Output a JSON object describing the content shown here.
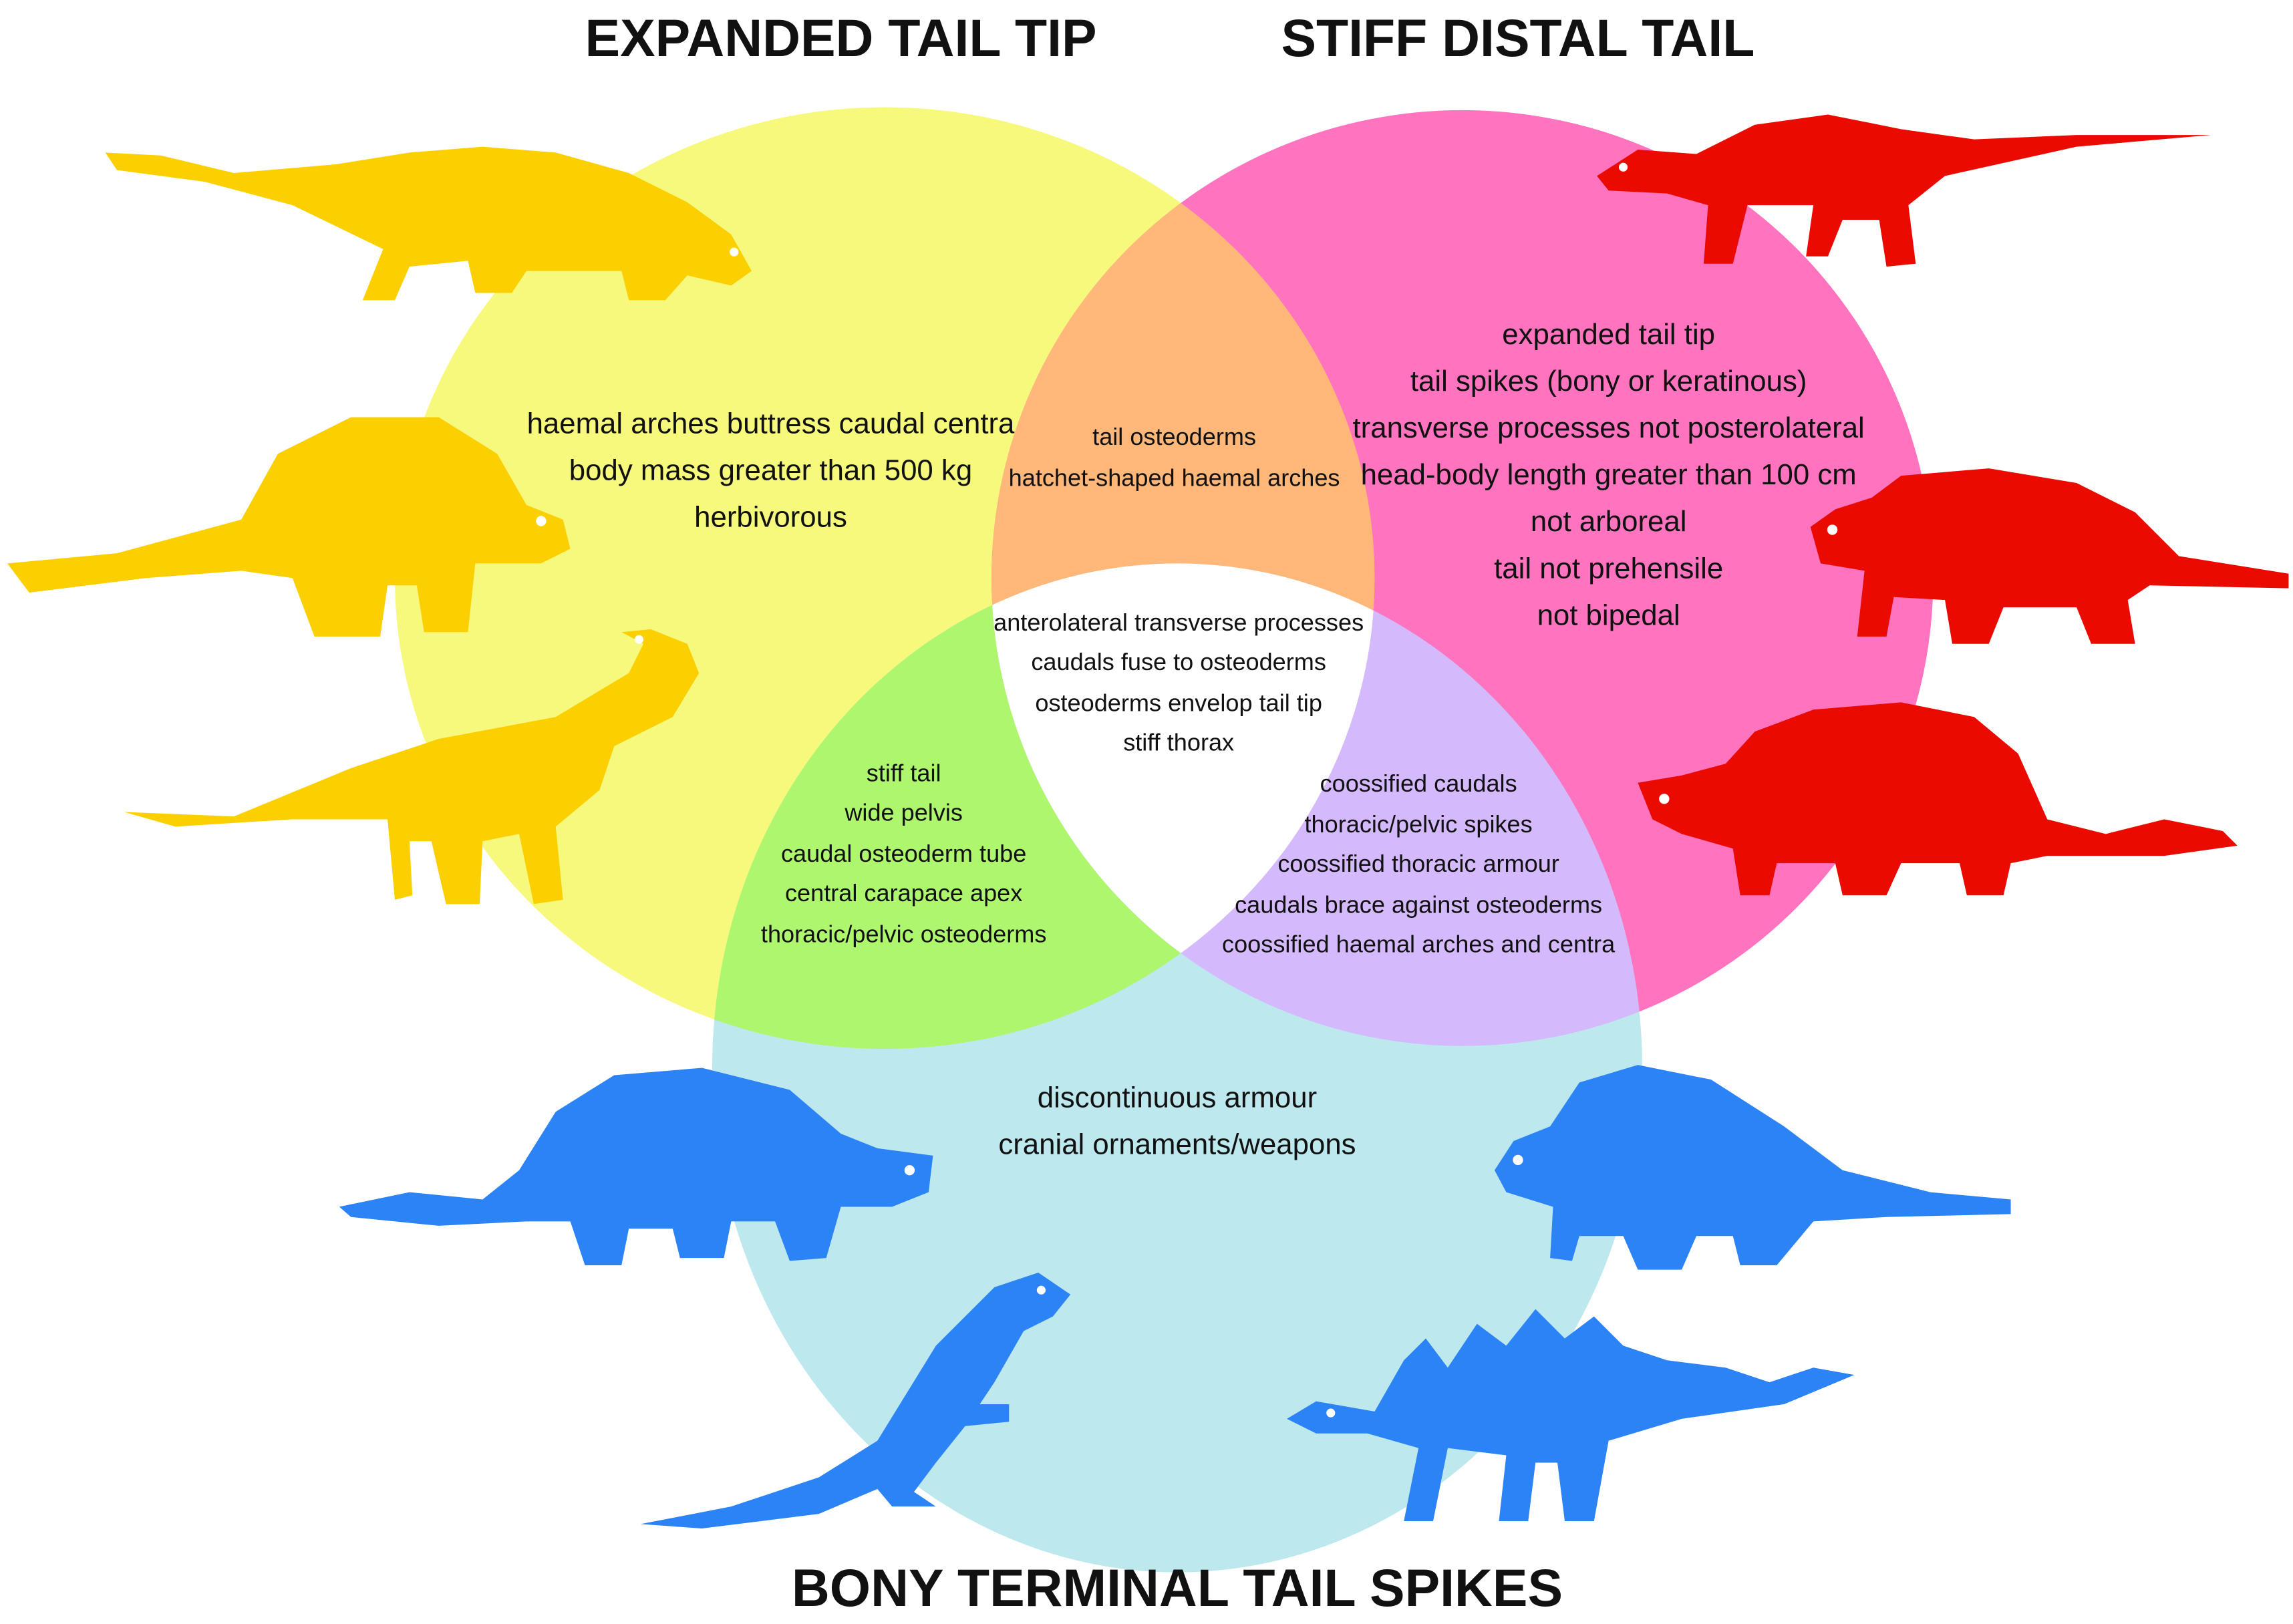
{
  "titles": {
    "expanded": "EXPANDED TAIL TIP",
    "stiff": "STIFF DISTAL TAIL",
    "spikes": "BONY TERMINAL TAIL SPIKES"
  },
  "regions": {
    "expanded_only": [
      "haemal arches buttress caudal centra",
      "body mass greater than 500 kg",
      "herbivorous"
    ],
    "expanded_stiff": [
      "tail osteoderms",
      "hatchet-shaped haemal arches"
    ],
    "stiff_only": [
      "expanded tail tip",
      "tail spikes (bony or keratinous)",
      "transverse processes not posterolateral",
      "head-body length greater than 100 cm",
      "not arboreal",
      "tail not prehensile",
      "not bipedal"
    ],
    "all_three": [
      "anterolateral transverse processes",
      "caudals fuse to osteoderms",
      "osteoderms envelop tail tip",
      "stiff thorax"
    ],
    "expanded_spikes": [
      "stiff tail",
      "wide pelvis",
      "caudal osteoderm tube",
      "central carapace apex",
      "thoracic/pelvic osteoderms"
    ],
    "stiff_spikes": [
      "coossified caudals",
      "thoracic/pelvic spikes",
      "coossified thoracic armour",
      "caudals brace against osteoderms",
      "coossified haemal arches and centra"
    ],
    "spikes_only": [
      "discontinuous armour",
      "cranial ornaments/weapons"
    ]
  },
  "colors": {
    "yellow": "#f7f97c",
    "pink": "#ff73bf",
    "blue": "#bde9ee",
    "orange": "#ffb87a",
    "green": "#adf66e",
    "purple": "#d4bafc",
    "center": "#ffffff",
    "dino_yellow": "#fcd000",
    "dino_red": "#ea0a00",
    "dino_blue": "#2b83f6"
  }
}
